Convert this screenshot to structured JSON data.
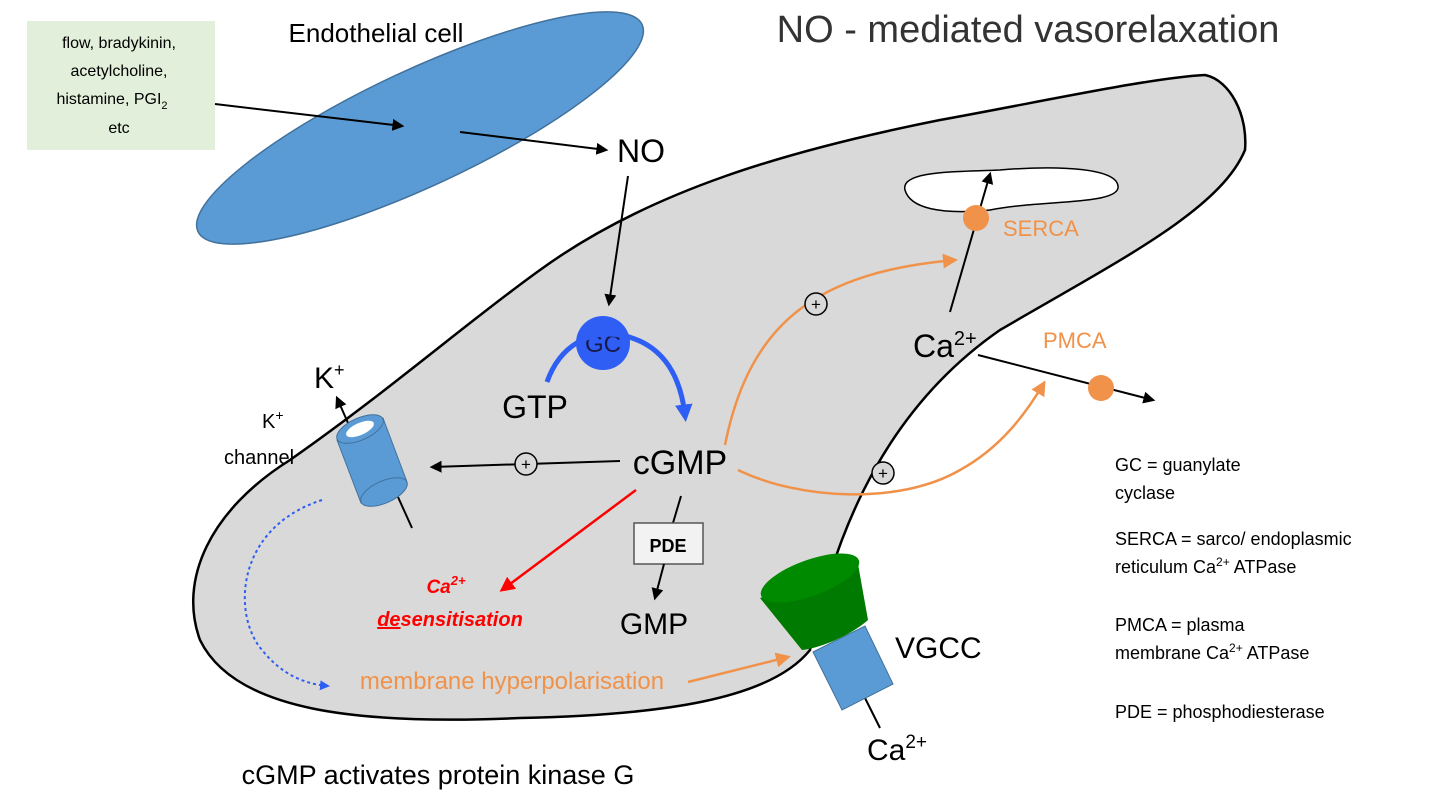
{
  "title": "NO - mediated vasorelaxation",
  "caption": "cGMP activates protein kinase G",
  "endothelial_label": "Endothelial cell",
  "stimulus_box": {
    "lines": [
      "flow, bradykinin,",
      "acetylcholine,",
      "histamine, PGI",
      "etc"
    ],
    "subscript": "2"
  },
  "molecules": {
    "no": "NO",
    "gc": "GC",
    "gtp": "GTP",
    "cgmp": "cGMP",
    "pde": "PDE",
    "gmp": "GMP",
    "ca": "Ca",
    "charge": "2+",
    "k": "K",
    "k_charge": "+",
    "k_channel_line2": "channel",
    "vgcc": "VGCC"
  },
  "pumps": {
    "serca": "SERCA",
    "pmca": "PMCA"
  },
  "effects": {
    "desensitisation_ca": "Ca",
    "desensitisation_ca_sup": "2+",
    "desensitisation_de": "de",
    "desensitisation_rest": "sensitisation",
    "hyperpolarisation": "membrane hyperpolarisation"
  },
  "plus_sign": "+",
  "legend": {
    "gc": [
      "GC = guanylate",
      "cyclase"
    ],
    "serca_line1": "SERCA = sarco/ endoplasmic",
    "serca_line2a": "reticulum Ca",
    "serca_line2b": "ATPase",
    "pmca_line1": "PMCA = plasma",
    "pmca_line2a": "membrane Ca",
    "pmca_line2b": "ATPase",
    "pde": "PDE = phosphodiesterase",
    "sup": "2+"
  },
  "colors": {
    "endothelial": "#5b9bd5",
    "stimulus_bg": "#e2efda",
    "cell": "#d9d9d9",
    "gc": "#2f5ef5",
    "orange": "#f0924a",
    "red": "#ff0000",
    "vgcc_top": "#007a00",
    "channel": "#5b9bd5"
  }
}
